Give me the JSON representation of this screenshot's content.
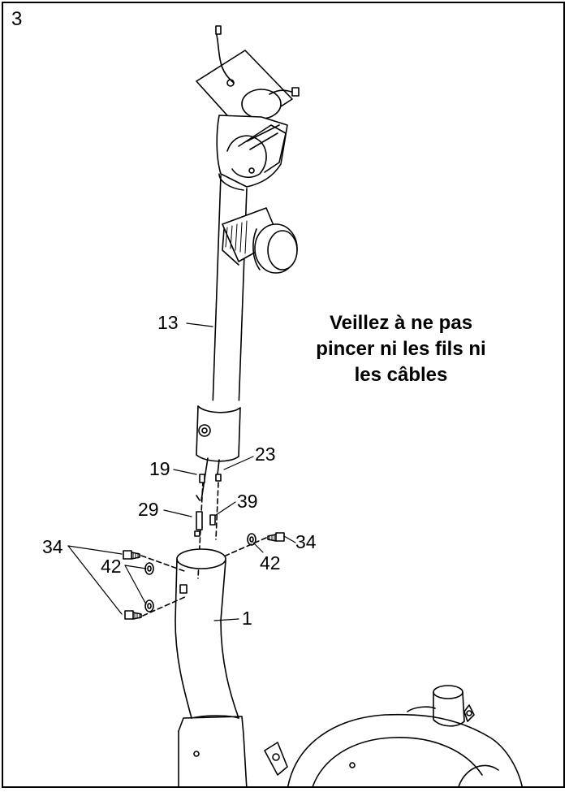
{
  "step": {
    "number": "3"
  },
  "note": {
    "lines": [
      "Veillez à ne pas",
      "pincer ni les fils ni",
      "les câbles"
    ]
  },
  "callouts": {
    "upright_upper": "13",
    "wire_left": "19",
    "wire_right": "23",
    "wire_lower_left": "29",
    "wire_lower_right": "39",
    "bolt_left": "34",
    "bolt_right": "34",
    "washer_left": "42",
    "washer_right": "42",
    "frame_upright": "1"
  }
}
